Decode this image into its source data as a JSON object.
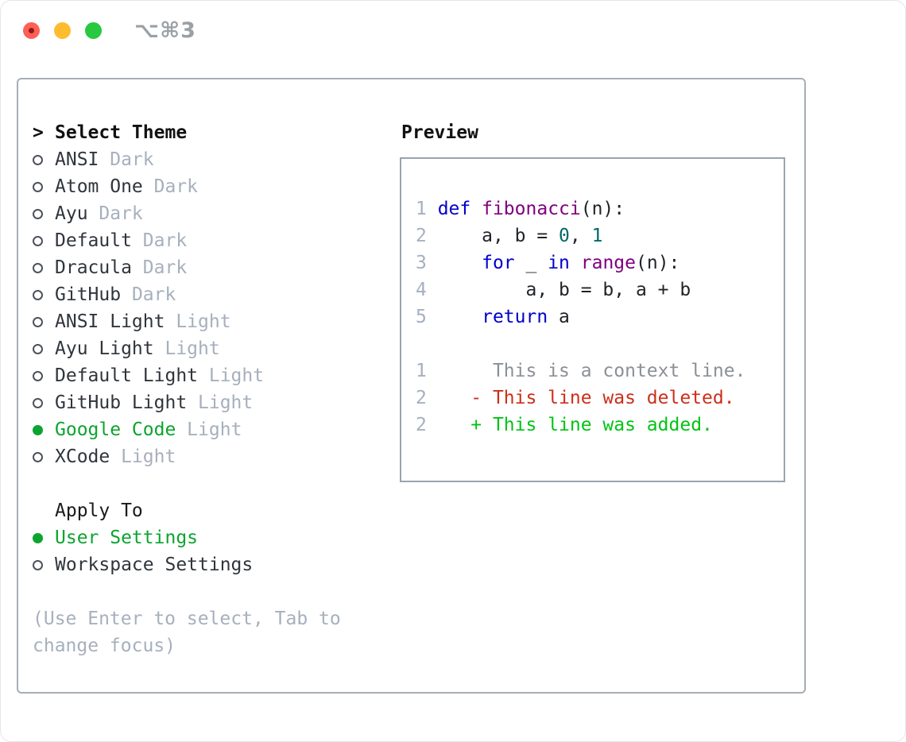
{
  "window": {
    "title": "⌥⌘3"
  },
  "colors": {
    "accent_green": "#0ca42f",
    "diff_added": "#00c414",
    "diff_deleted": "#cc2f1a",
    "diff_context": "#8b9096",
    "code_keyword": "#0000cc",
    "code_function": "#800080",
    "code_literal": "#006666",
    "line_number": "#a5b0c0",
    "traffic_red": "#ff5f57",
    "traffic_yellow": "#febc2e",
    "traffic_green": "#28c840"
  },
  "panel": {
    "select_theme": {
      "prompt": ">",
      "label": "Select Theme"
    },
    "themes": [
      {
        "name": "ANSI",
        "variant": "Dark",
        "selected": false
      },
      {
        "name": "Atom One",
        "variant": "Dark",
        "selected": false
      },
      {
        "name": "Ayu",
        "variant": "Dark",
        "selected": false
      },
      {
        "name": "Default",
        "variant": "Dark",
        "selected": false
      },
      {
        "name": "Dracula",
        "variant": "Dark",
        "selected": false
      },
      {
        "name": "GitHub",
        "variant": "Dark",
        "selected": false
      },
      {
        "name": "ANSI Light",
        "variant": "Light",
        "selected": false
      },
      {
        "name": "Ayu Light",
        "variant": "Light",
        "selected": false
      },
      {
        "name": "Default Light",
        "variant": "Light",
        "selected": false
      },
      {
        "name": "GitHub Light",
        "variant": "Light",
        "selected": false
      },
      {
        "name": "Google Code",
        "variant": "Light",
        "selected": true
      },
      {
        "name": "XCode",
        "variant": "Light",
        "selected": false
      }
    ],
    "apply_to": {
      "label": "Apply To",
      "options": [
        {
          "name": "User Settings",
          "selected": true
        },
        {
          "name": "Workspace Settings",
          "selected": false
        }
      ]
    },
    "hint": [
      "(Use Enter to select, Tab to",
      "change focus)"
    ]
  },
  "preview": {
    "label": "Preview",
    "code_lines": [
      {
        "num": "1",
        "tokens": [
          {
            "t": "def",
            "c": "kw"
          },
          {
            "t": " ",
            "c": "pln"
          },
          {
            "t": "fibonacci",
            "c": "fn"
          },
          {
            "t": "(n):",
            "c": "pln"
          }
        ]
      },
      {
        "num": "2",
        "tokens": [
          {
            "t": "    a, b = ",
            "c": "pln"
          },
          {
            "t": "0",
            "c": "lit"
          },
          {
            "t": ", ",
            "c": "pln"
          },
          {
            "t": "1",
            "c": "lit"
          }
        ]
      },
      {
        "num": "3",
        "tokens": [
          {
            "t": "    ",
            "c": "pln"
          },
          {
            "t": "for",
            "c": "kw"
          },
          {
            "t": " _ ",
            "c": "pln"
          },
          {
            "t": "in",
            "c": "kw"
          },
          {
            "t": " ",
            "c": "pln"
          },
          {
            "t": "range",
            "c": "fn"
          },
          {
            "t": "(n):",
            "c": "pln"
          }
        ]
      },
      {
        "num": "4",
        "tokens": [
          {
            "t": "        a, b = b, a + b",
            "c": "pln"
          }
        ]
      },
      {
        "num": "5",
        "tokens": [
          {
            "t": "    ",
            "c": "pln"
          },
          {
            "t": "return",
            "c": "kw"
          },
          {
            "t": " a",
            "c": "pln"
          }
        ]
      },
      {
        "num": "",
        "tokens": []
      }
    ],
    "diff_lines": [
      {
        "num": "1",
        "pad": "      ",
        "marker": "",
        "text": "This is a context line.",
        "type": "context"
      },
      {
        "num": "2",
        "pad": "    ",
        "marker": "- ",
        "text": "This line was deleted.",
        "type": "deleted"
      },
      {
        "num": "2",
        "pad": "    ",
        "marker": "+ ",
        "text": "This line was added.",
        "type": "added"
      }
    ]
  }
}
